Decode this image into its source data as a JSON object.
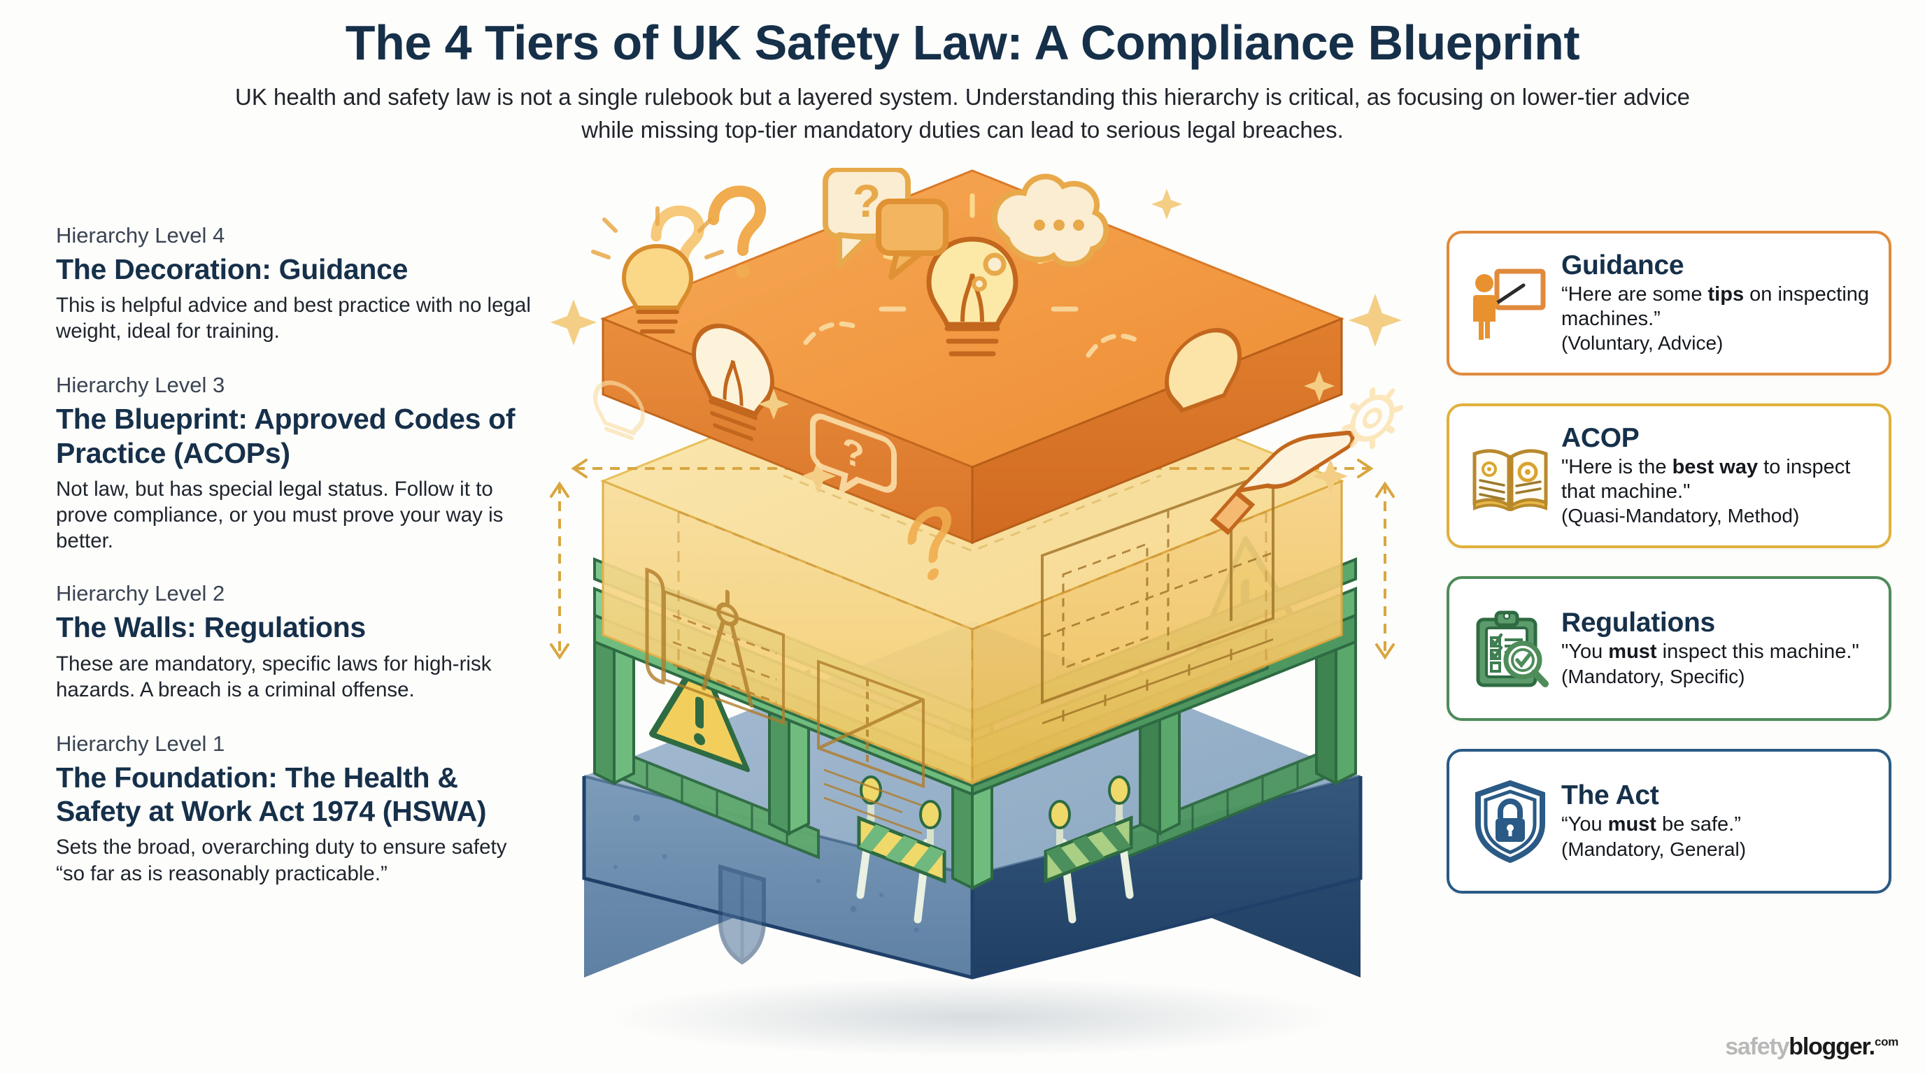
{
  "header": {
    "title": "The 4 Tiers of UK Safety Law: A Compliance Blueprint",
    "subtitle": "UK health and safety law is not a single rulebook but a layered system. Understanding this hierarchy is critical, as focusing on lower-tier advice while missing top-tier mandatory duties can lead to serious legal breaches."
  },
  "tiers": [
    {
      "level": "Hierarchy Level 4",
      "title": "The Decoration: Guidance",
      "desc": "This is helpful advice and best practice with no legal weight, ideal for training.",
      "color": "#F0963C"
    },
    {
      "level": "Hierarchy Level 3",
      "title": "The Blueprint: Approved Codes of Practice (ACOPs)",
      "desc": "Not law, but has special legal status. Follow it to prove compliance, or you must prove your way is better.",
      "color": "#F2C75C"
    },
    {
      "level": "Hierarchy Level 2",
      "title": "The Walls: Regulations",
      "desc": "These are mandatory, specific laws for high-risk hazards. A breach is a criminal offense.",
      "color": "#4E9A5E"
    },
    {
      "level": "Hierarchy Level 1",
      "title": "The Foundation: The Health & Safety at Work Act 1974 (HSWA)",
      "desc": "Sets the broad, overarching duty to ensure safety “so far as is reasonably practicable.”",
      "color": "#5B7FA3"
    }
  ],
  "cards": [
    {
      "id": "guidance",
      "icon": "presenter-whiteboard-icon",
      "title": "Guidance",
      "quote_pre": "“Here are some ",
      "quote_bold": "tips",
      "quote_post": " on inspecting machines.”",
      "tag": "(Voluntary, Advice)",
      "border_color": "#E08A3C"
    },
    {
      "id": "acop",
      "icon": "open-book-gears-icon",
      "title": "ACOP",
      "quote_pre": "\"Here is the ",
      "quote_bold": "best way",
      "quote_post": " to inspect that machine.\"",
      "tag": "(Quasi-Mandatory, Method)",
      "border_color": "#E0B13C"
    },
    {
      "id": "regulations",
      "icon": "clipboard-magnifier-icon",
      "title": "Regulations",
      "quote_pre": "\"You ",
      "quote_bold": "must",
      "quote_post": " inspect this machine.\"",
      "tag": "(Mandatory, Specific)",
      "border_color": "#4E8C5A"
    },
    {
      "id": "act",
      "icon": "shield-lock-icon",
      "title": "The Act",
      "quote_pre": "“You ",
      "quote_bold": "must",
      "quote_post": " be safe.”",
      "tag": "(Mandatory, General)",
      "border_color": "#2A5A85"
    }
  ],
  "illustration": {
    "name": "isometric-four-tier-building-diagram",
    "layers": [
      {
        "name": "guidance-slab",
        "color": "#F0963C",
        "motifs": "lightbulbs, question marks, speech bubbles, thought cloud, sparkles, gear, open hand"
      },
      {
        "name": "blueprint-cube",
        "color": "#F6D98A",
        "motifs": "translucent blueprint drawings, drafting compass, dashed dimension arrows"
      },
      {
        "name": "regulations-frame",
        "color": "#4E9A5E",
        "motifs": "green beams and columns, warning triangles, striped barriers, brick courses"
      },
      {
        "name": "foundation-slab",
        "color": "#5B7FA3",
        "motifs": "concrete block with embossed shield"
      }
    ]
  },
  "footer": {
    "logo_gray": "safety",
    "logo_dark": "blogger.",
    "logo_com": "com"
  }
}
